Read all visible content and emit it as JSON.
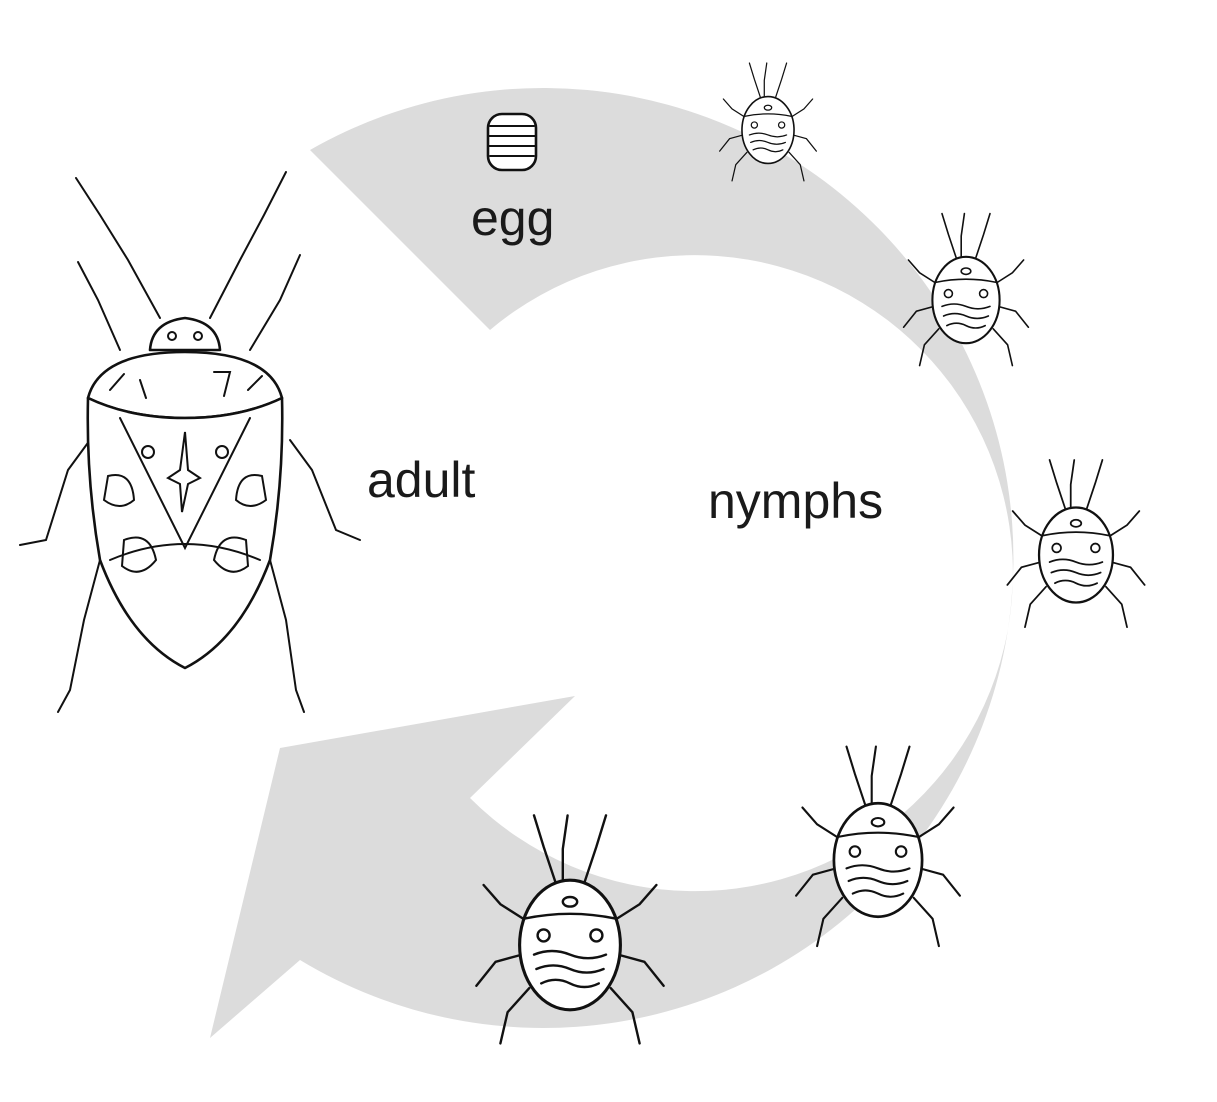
{
  "diagram": {
    "labels": {
      "egg": "egg",
      "adult": "adult",
      "nymphs": "nymphs"
    },
    "colors": {
      "cycle_arrow": "#dcdcdc",
      "line_art": "#111111",
      "background": "#ffffff"
    },
    "stages": [
      "egg",
      "nymph",
      "nymph",
      "nymph",
      "nymph",
      "nymph",
      "adult"
    ]
  }
}
